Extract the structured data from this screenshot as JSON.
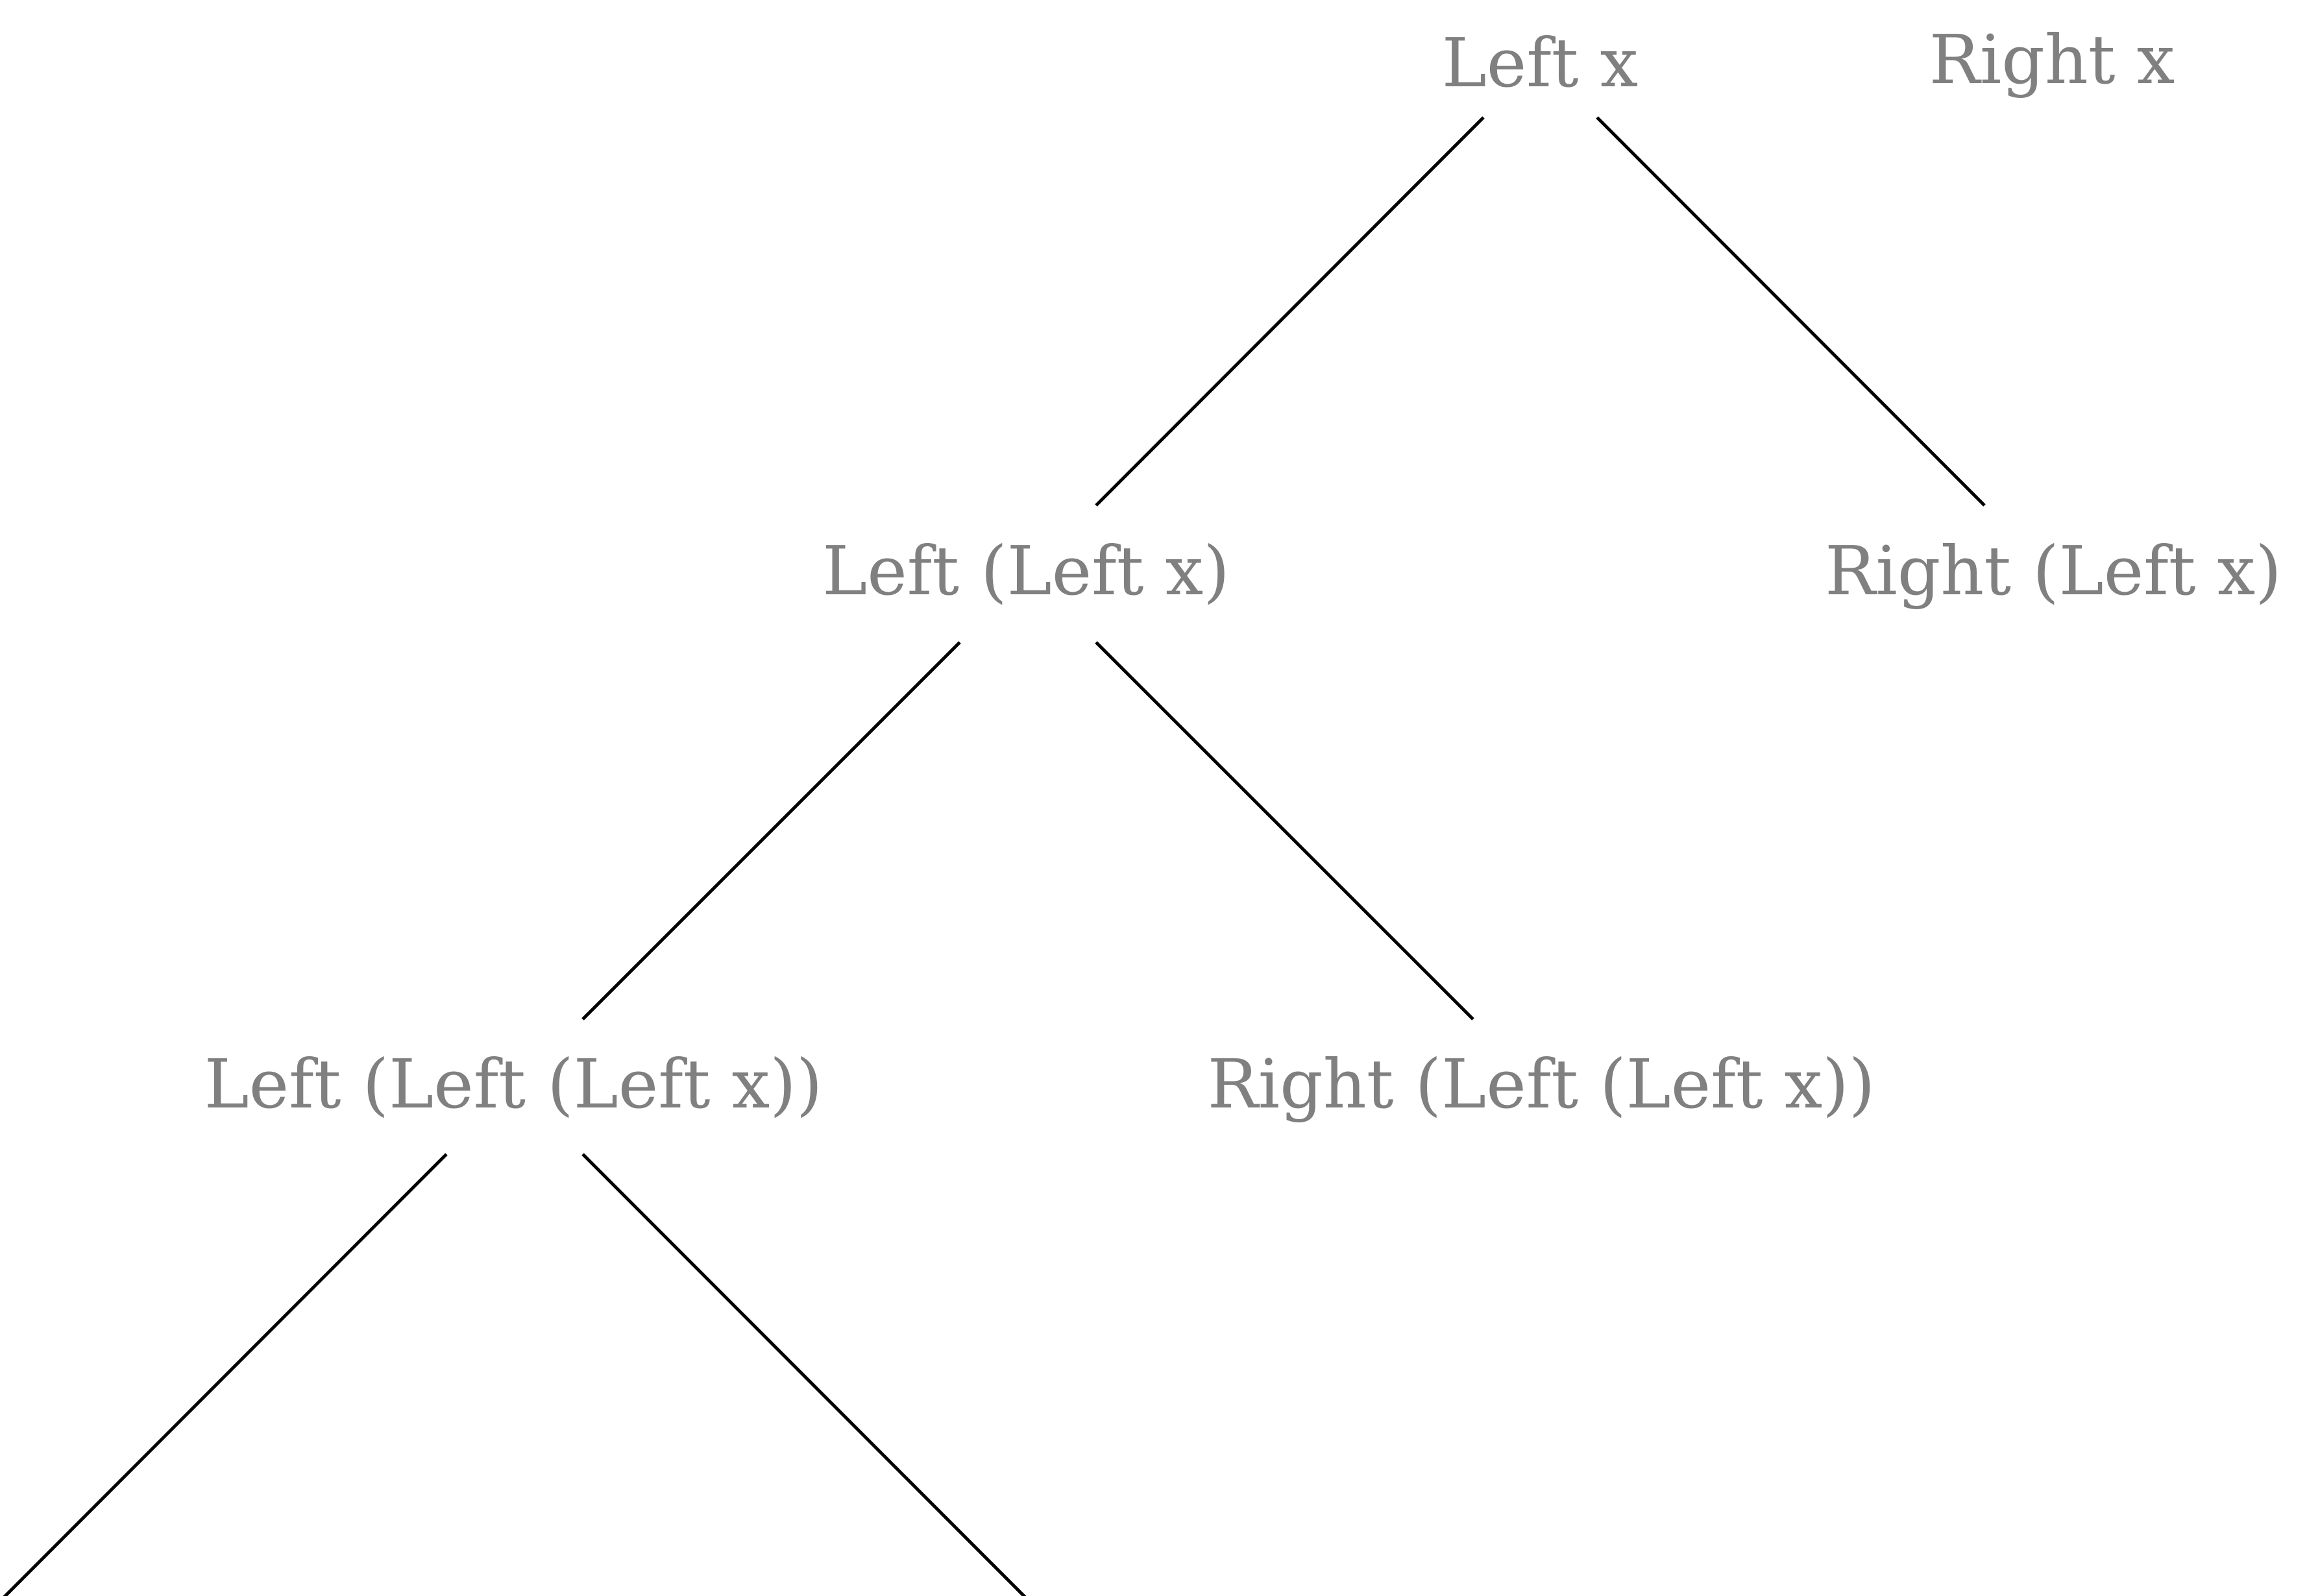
{
  "diagram": {
    "label_color": "#808080",
    "edge_color": "#000000",
    "nodes": {
      "root": {
        "label": "Left x"
      },
      "root_sibling": {
        "label": "Right x"
      },
      "l2_left": {
        "label": "Left (Left x)"
      },
      "l2_right": {
        "label": "Right (Left x)"
      },
      "l3_left": {
        "label": "Left (Left (Left x))"
      },
      "l3_right": {
        "label": "Right (Left (Left x))"
      }
    },
    "edges": [
      {
        "from": "root",
        "to": "l2_left"
      },
      {
        "from": "root",
        "to": "l2_right"
      },
      {
        "from": "l2_left",
        "to": "l3_left"
      },
      {
        "from": "l2_left",
        "to": "l3_right"
      },
      {
        "from": "l3_left",
        "to": "offscreen_left"
      },
      {
        "from": "l3_left",
        "to": "offscreen_right"
      }
    ]
  }
}
